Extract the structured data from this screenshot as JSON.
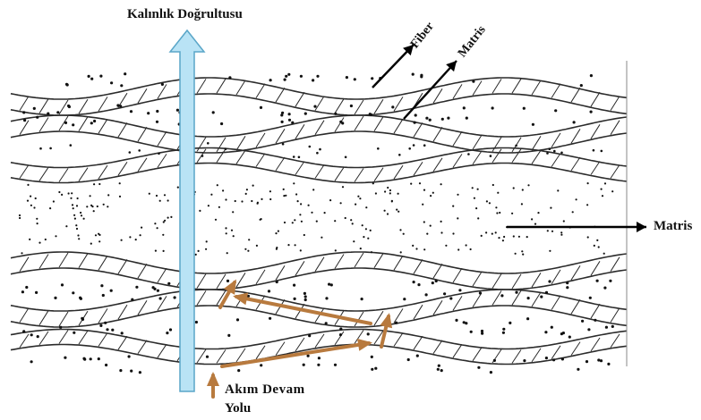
{
  "labels": {
    "thickness_direction": "Kalınlık Doğrultusu",
    "fiber": "Fiber",
    "matrix_top": "Matris",
    "matrix_right": "Matris",
    "flow_path_line1": "Akım Devam",
    "flow_path_line2": "Yolu"
  },
  "colors": {
    "fiber_stroke": "#2b2b2b",
    "thickness_arrow_fill": "#b9e3f5",
    "thickness_arrow_stroke": "#5aa6c8",
    "flow_arrow": "#b87a3e",
    "pointer_arrow": "#000000"
  },
  "icons": {
    "thickness_arrow": "up-arrow-icon",
    "flow_arrow": "flow-path-arrow-icon"
  }
}
